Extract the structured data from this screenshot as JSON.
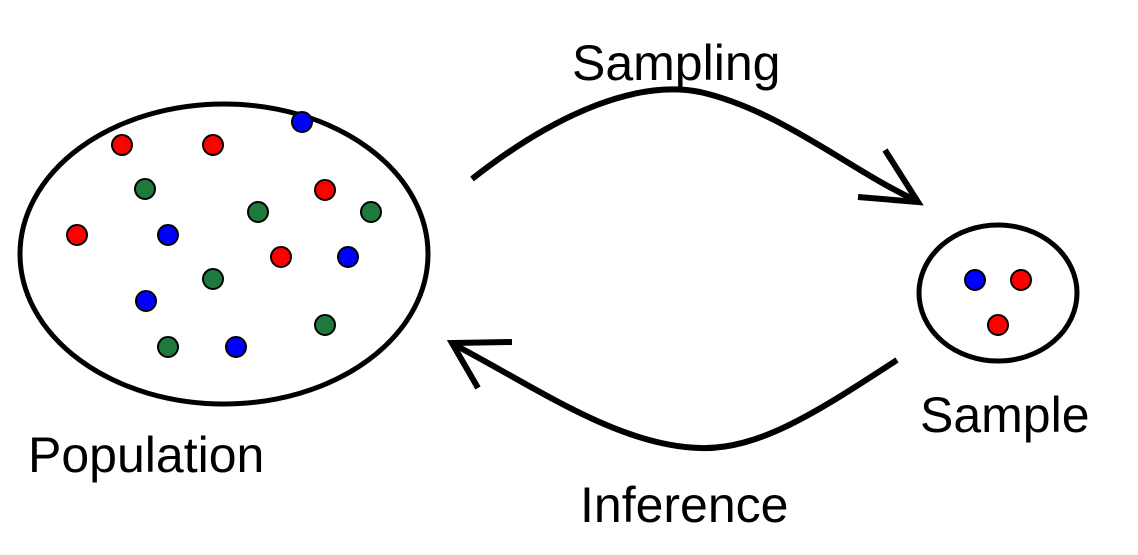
{
  "labels": {
    "population": "Population",
    "sample": "Sample",
    "sampling": "Sampling",
    "inference": "Inference"
  },
  "colors": {
    "red": "#ff0000",
    "green": "#1e7a3c",
    "blue": "#0000ff"
  },
  "population_dots": [
    "red",
    "red",
    "blue",
    "green",
    "red",
    "green",
    "green",
    "red",
    "blue",
    "red",
    "blue",
    "blue",
    "green",
    "green",
    "blue",
    "green"
  ],
  "sample_dots": [
    "blue",
    "red",
    "red"
  ]
}
